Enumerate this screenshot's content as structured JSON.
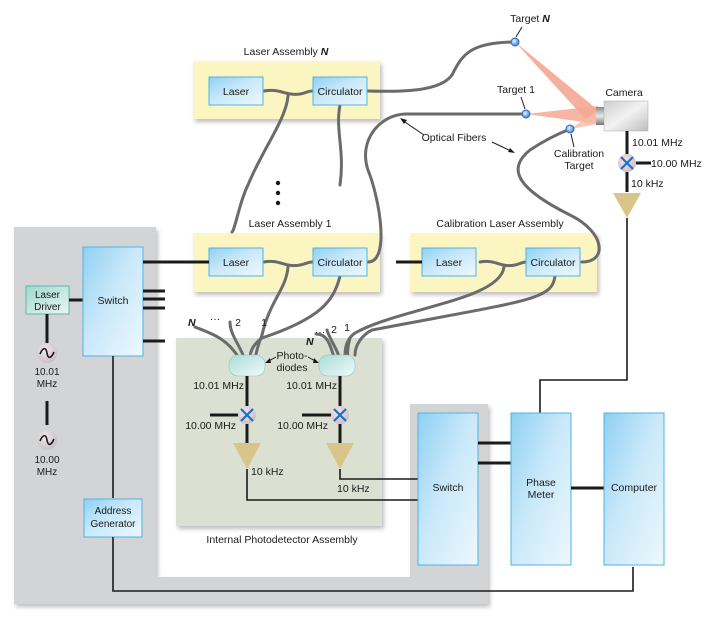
{
  "diagram": {
    "laser_assembly_n": {
      "title_prefix": "Laser Assembly ",
      "title_var": "N",
      "laser": "Laser",
      "circulator": "Circulator"
    },
    "laser_assembly_1": {
      "title": "Laser Assembly 1",
      "laser": "Laser",
      "circulator": "Circulator"
    },
    "calibration_assembly": {
      "title": "Calibration Laser Assembly",
      "laser": "Laser",
      "circulator": "Circulator"
    },
    "targets": {
      "target_n_prefix": "Target ",
      "target_n_var": "N",
      "target_1": "Target 1",
      "calibration_line1": "Calibration",
      "calibration_line2": "Target"
    },
    "camera": {
      "label": "Camera",
      "freq_in": "10.01 MHz",
      "freq_ref": "10.00 MHz",
      "freq_out": "10 kHz"
    },
    "optical_fibers_label": "Optical Fibers",
    "laser_driver": {
      "line1": "Laser",
      "line2": "Driver"
    },
    "switch_left": "Switch",
    "oscillator_1": {
      "line1": "10.01",
      "line2": "MHz"
    },
    "oscillator_2": {
      "line1": "10.00",
      "line2": "MHz"
    },
    "address_generator": {
      "line1": "Address",
      "line2": "Generator"
    },
    "photodetector_assembly": {
      "title": "Internal Photodetector Assembly",
      "fiber_labels_left": {
        "n": "N",
        "dots": "···",
        "two": "2",
        "one": "1"
      },
      "fiber_labels_right": {
        "n": "N",
        "dots": "···",
        "two": "2",
        "one": "1"
      },
      "photodiodes_line1": "Photo-",
      "photodiodes_line2": "diodes",
      "left_chain": {
        "freq_in": "10.01 MHz",
        "freq_ref": "10.00 MHz",
        "freq_out": "10 kHz"
      },
      "right_chain": {
        "freq_in": "10.01 MHz",
        "freq_ref": "10.00 MHz",
        "freq_out": "10 kHz"
      }
    },
    "switch_right": "Switch",
    "phase_meter": {
      "line1": "Phase",
      "line2": "Meter"
    },
    "computer": "Computer",
    "ellipsis_vertical": "⋮"
  },
  "colors": {
    "yellow_panel": "#fbf5c2",
    "gray_panel": "#d3d4d6",
    "green_panel": "#dce0d2",
    "blue_box_edge": "#4cb3e8",
    "blue_box_fill_light": "#e6f4fc",
    "blue_box_fill_dark": "#9ad4f2",
    "fiber_gray": "#6b6b6b",
    "amplifier_tan": "#d8c58a",
    "mixer_fill": "#d9ccd2",
    "mixer_x": "#1e6fc9",
    "beam_salmon": "#f08a70"
  }
}
